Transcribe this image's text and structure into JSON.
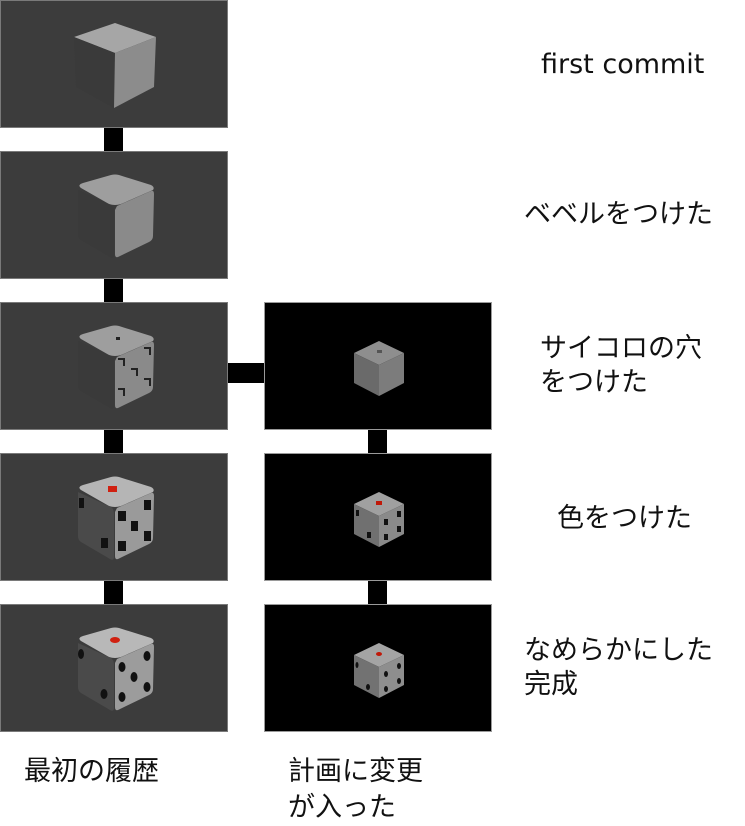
{
  "branches": {
    "main": {
      "caption": "最初の履歴",
      "background": "#3c3c3c"
    },
    "branch": {
      "caption_line1": "計画に変更",
      "caption_line2": "が入った",
      "background": "#000000"
    }
  },
  "commits": [
    {
      "label_line1": "first commit",
      "label_line2": "",
      "stage": "plain-cube",
      "in_branch": false
    },
    {
      "label_line1": "ベベルをつけた",
      "label_line2": "",
      "stage": "beveled-cube",
      "in_branch": false
    },
    {
      "label_line1": "サイコロの穴",
      "label_line2": "をつけた",
      "stage": "holes",
      "in_branch": true
    },
    {
      "label_line1": "色をつけた",
      "label_line2": "",
      "stage": "colored",
      "in_branch": true
    },
    {
      "label_line1": "なめらかにした",
      "label_line2": "完成",
      "stage": "smooth-final",
      "in_branch": true
    }
  ],
  "colors": {
    "connector": "#000000",
    "pip_red": "#d02010",
    "pip": "#0a0a0a",
    "cube_top": "#a8a8a8"
  }
}
